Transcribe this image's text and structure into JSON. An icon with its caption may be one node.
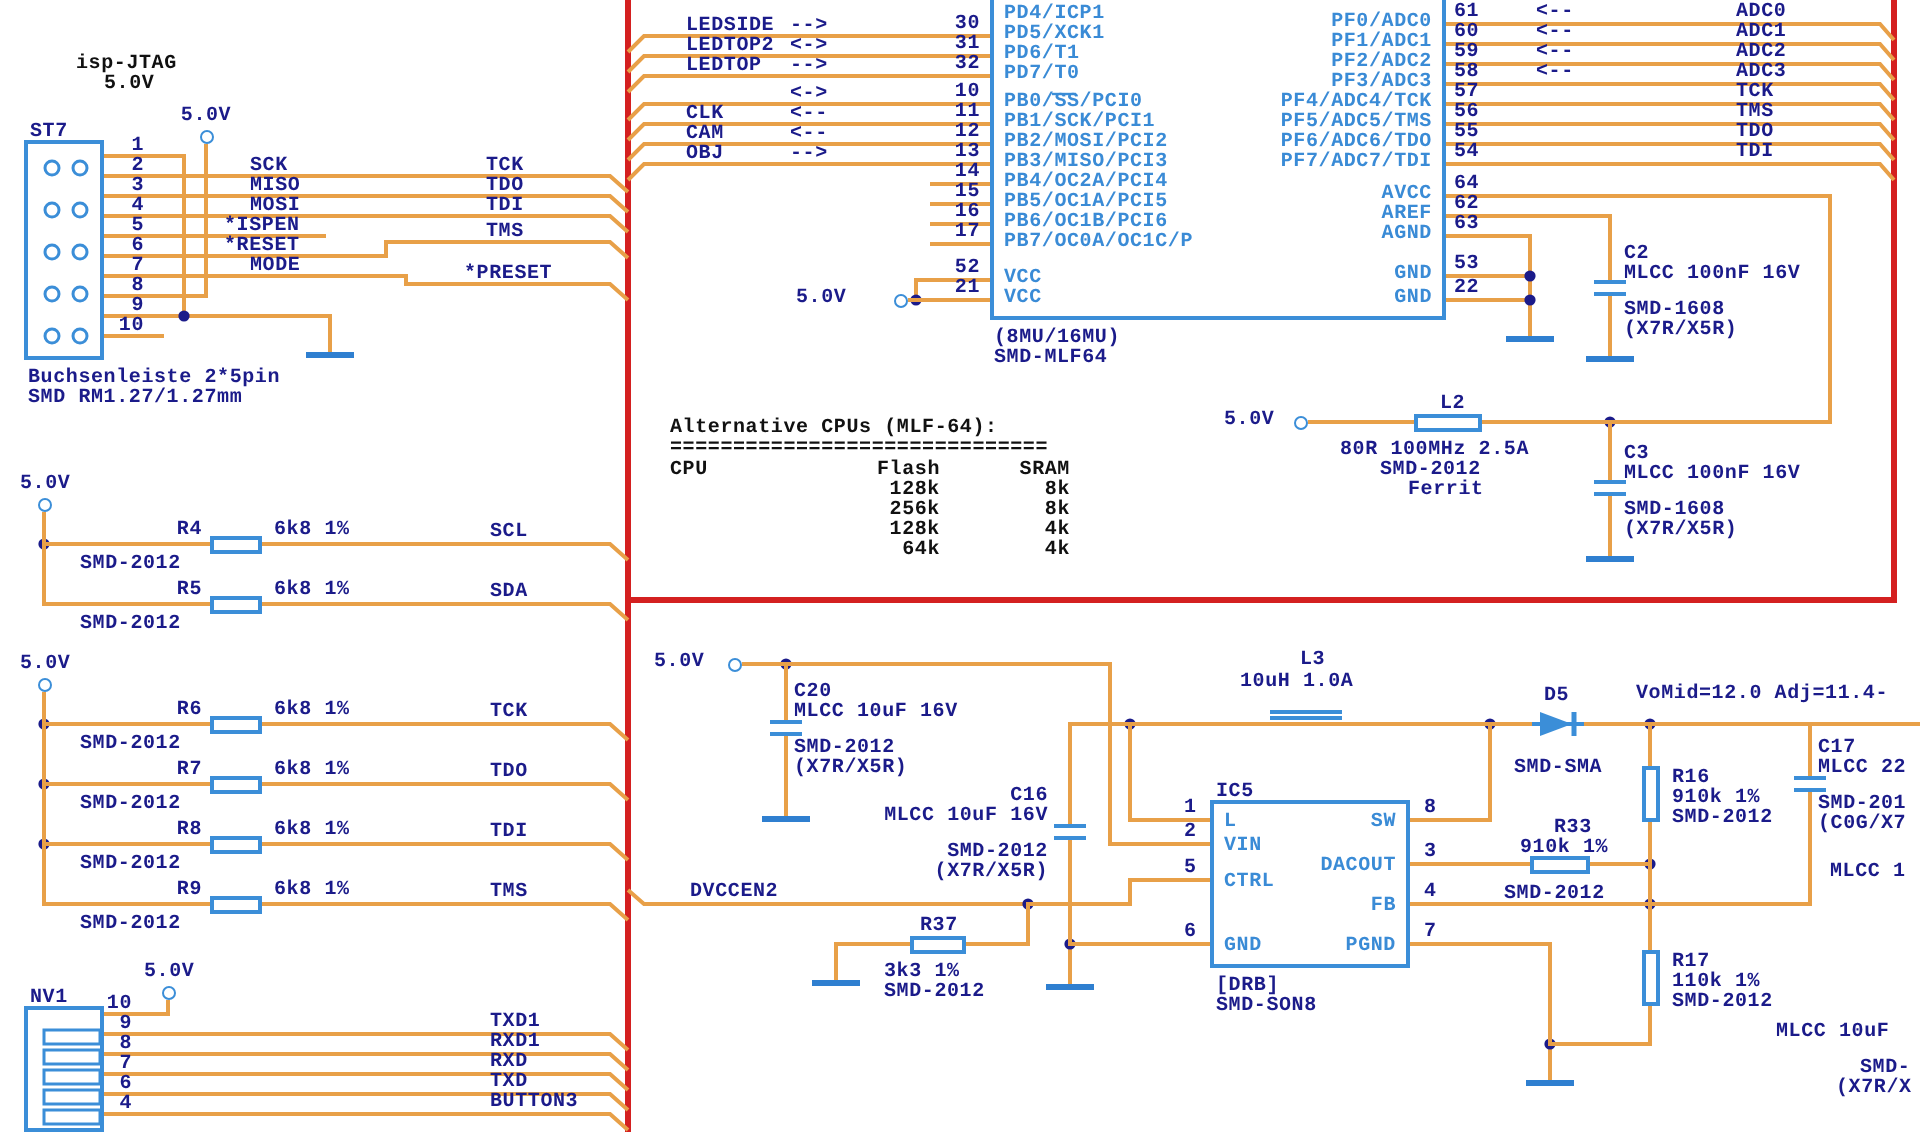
{
  "diagram": {
    "nodes": [
      {
        "text": [
          "ST7"
        ],
        "beside": [
          "Buchsenleiste 2*5pin",
          "SMD RM1.27/1.27mm"
        ]
      },
      {
        "text": [
          "5.0V"
        ]
      },
      {
        "text": [
          "PD4/ICP1",
          "PD5/XCK1",
          "PD6/T1",
          "PD7/T0",
          "PB0/SS/PCI0",
          "PB1/SCK/PCI1",
          "PB2/MOSI/PCI2",
          "PB3/MISO/PCI3",
          "PB4/OC2A/PCI4",
          "PB5/OC1A/PCI5",
          "PB6/OC1B/PCI6",
          "PB7/OC0A/OC1C/P",
          "VCC",
          "VCC",
          "PF0/ADC0",
          "PF1/ADC1",
          "PF2/ADC2",
          "PF3/ADC3",
          "PF4/ADC4/TCK",
          "PF5/ADC5/TMS",
          "PF6/ADC6/TDO",
          "PF7/ADC7/TDI",
          "AVCC",
          "AREF",
          "AGND",
          "GND",
          "GND"
        ],
        "beside": [
          "(8MU/16MU)",
          "SMD-MLF64"
        ]
      },
      {
        "text": [
          "5.0V"
        ]
      },
      {
        "text": [
          "C2"
        ],
        "beside": [
          "MLCC 100nF 16V",
          "SMD-1608",
          "(X7R/X5R)"
        ]
      },
      {
        "text": [
          "5.0V"
        ]
      },
      {
        "text": [
          "L2"
        ],
        "beside": [
          "80R 100MHz 2.5A",
          "SMD-2012",
          "Ferrit"
        ]
      },
      {
        "text": [
          "C3"
        ],
        "beside": [
          "MLCC 100nF 16V",
          "SMD-1608",
          "(X7R/X5R)"
        ]
      },
      {
        "text": [
          "5.0V"
        ]
      },
      {
        "text": [
          "R4"
        ],
        "beside": [
          "6k8 1%",
          "SMD-2012"
        ]
      },
      {
        "text": [
          "R5"
        ],
        "beside": [
          "6k8 1%",
          "SMD-2012"
        ]
      },
      {
        "text": [
          "5.0V"
        ]
      },
      {
        "text": [
          "R6"
        ],
        "beside": [
          "6k8 1%",
          "SMD-2012"
        ]
      },
      {
        "text": [
          "R7"
        ],
        "beside": [
          "6k8 1%",
          "SMD-2012"
        ]
      },
      {
        "text": [
          "R8"
        ],
        "beside": [
          "6k8 1%",
          "SMD-2012"
        ]
      },
      {
        "text": [
          "R9"
        ],
        "beside": [
          "6k8 1%",
          "SMD-2012"
        ]
      },
      {
        "text": [
          "NV1"
        ]
      },
      {
        "text": [
          "5.0V"
        ]
      },
      {
        "text": [
          "5.0V"
        ]
      },
      {
        "text": [
          "C20"
        ],
        "beside": [
          "MLCC 10uF 16V",
          "SMD-2012",
          "(X7R/X5R)"
        ]
      },
      {
        "text": [
          "L3",
          "10uH 1.0A"
        ]
      },
      {
        "text": [
          "C16"
        ],
        "beside": [
          "MLCC 10uF 16V",
          "SMD-2012",
          "(X7R/X5R)"
        ]
      },
      {
        "text": [
          "IC5",
          "L",
          "VIN",
          "CTRL",
          "GND",
          "SW",
          "DACOUT",
          "FB",
          "PGND"
        ],
        "beside": [
          "[DRB]",
          "SMD-SON8"
        ]
      },
      {
        "text": [
          "R37"
        ],
        "beside": [
          "3k3 1%",
          "SMD-2012"
        ]
      },
      {
        "text": [
          "D5"
        ],
        "beside": [
          "SMD-SMA"
        ]
      },
      {
        "text": [
          "R16"
        ],
        "beside": [
          "910k 1%",
          "SMD-2012"
        ]
      },
      {
        "text": [
          "R33"
        ],
        "beside": [
          "910k 1%",
          "SMD-2012"
        ]
      },
      {
        "text": [
          "C17"
        ],
        "beside": [
          "MLCC 22",
          "SMD-201",
          "(C0G/X7"
        ]
      },
      {
        "text": [
          "R17"
        ],
        "beside": [
          "110k 1%",
          "SMD-2012"
        ]
      }
    ],
    "edges": [
      {
        "from": 1,
        "to": 0,
        "arrow": "none"
      },
      {
        "from": 3,
        "to": 2,
        "arrow": "none"
      },
      {
        "from": 2,
        "to": 4,
        "arrow": "none"
      },
      {
        "from": 5,
        "to": 6,
        "arrow": "none"
      },
      {
        "from": 6,
        "to": 7,
        "arrow": "none"
      },
      {
        "from": 2,
        "to": 7,
        "arrow": "none"
      },
      {
        "from": 8,
        "to": 9,
        "arrow": "none"
      },
      {
        "from": 8,
        "to": 10,
        "arrow": "none"
      },
      {
        "from": 11,
        "to": 12,
        "arrow": "none"
      },
      {
        "from": 11,
        "to": 13,
        "arrow": "none"
      },
      {
        "from": 11,
        "to": 14,
        "arrow": "none"
      },
      {
        "from": 11,
        "to": 15,
        "arrow": "none"
      },
      {
        "from": 17,
        "to": 16,
        "arrow": "none"
      },
      {
        "from": 18,
        "to": 19,
        "arrow": "none"
      },
      {
        "from": 18,
        "to": 22,
        "arrow": "none"
      },
      {
        "from": 20,
        "to": 22,
        "arrow": "none"
      },
      {
        "from": 21,
        "to": 20,
        "arrow": "none"
      },
      {
        "from": 21,
        "to": 22,
        "arrow": "none"
      },
      {
        "from": 23,
        "to": 22,
        "arrow": "none"
      },
      {
        "from": 22,
        "to": 24,
        "arrow": "none"
      },
      {
        "from": 20,
        "to": 24,
        "arrow": "none"
      },
      {
        "from": 24,
        "to": 25,
        "arrow": "none"
      },
      {
        "from": 24,
        "to": 27,
        "arrow": "none"
      },
      {
        "from": 22,
        "to": 26,
        "arrow": "none"
      },
      {
        "from": 26,
        "to": 25,
        "arrow": "none"
      },
      {
        "from": 25,
        "to": 28,
        "arrow": "none"
      },
      {
        "from": 22,
        "to": 28,
        "arrow": "none"
      },
      {
        "from": 27,
        "to": 28,
        "arrow": "none"
      },
      {
        "from": 22,
        "to": 28,
        "arrow": "none"
      }
    ],
    "labels": [
      "isp-JTAG",
      "5.0V",
      "1",
      "2",
      "3",
      "4",
      "5",
      "6",
      "7",
      "8",
      "9",
      "10",
      "SCK",
      "MISO",
      "MOSI",
      "*ISPEN",
      "*RESET",
      "MODE",
      "TCK",
      "TDO",
      "TDI",
      "TMS",
      "*PRESET",
      "LEDSIDE",
      "-->",
      "30",
      "LEDTOP2",
      "<->",
      "31",
      "LEDTOP",
      "-->",
      "32",
      "<->",
      "10",
      "CLK",
      "<--",
      "11",
      "CAM",
      "<--",
      "12",
      "OBJ",
      "-->",
      "13",
      "14",
      "15",
      "16",
      "17",
      "52",
      "21",
      "61",
      "<--",
      "ADC0",
      "60",
      "<--",
      "ADC1",
      "59",
      "<--",
      "ADC2",
      "58",
      "<--",
      "ADC3",
      "57",
      "TCK",
      "56",
      "TMS",
      "55",
      "TDO",
      "54",
      "TDI",
      "64",
      "62",
      "63",
      "53",
      "22",
      "Alternative CPUs (MLF-64):",
      "==============================",
      "CPU",
      "Flash",
      "SRAM",
      "128k",
      "8k",
      "256k",
      "8k",
      "128k",
      "4k",
      "64k",
      "4k",
      "SCL",
      "SDA",
      "TCK",
      "TDO",
      "TDI",
      "TMS",
      "10",
      "9",
      "8",
      "7",
      "6",
      "4",
      "TXD1",
      "RXD1",
      "RXD",
      "TXD",
      "BUTTON3",
      "DVCCEN2",
      "1",
      "2",
      "5",
      "6",
      "8",
      "3",
      "4",
      "7",
      "VoMid=12.0 Adj=11.4-",
      "MLCC 1",
      "MLCC 10uF",
      "SMD-",
      "(X7R/X"
    ]
  }
}
